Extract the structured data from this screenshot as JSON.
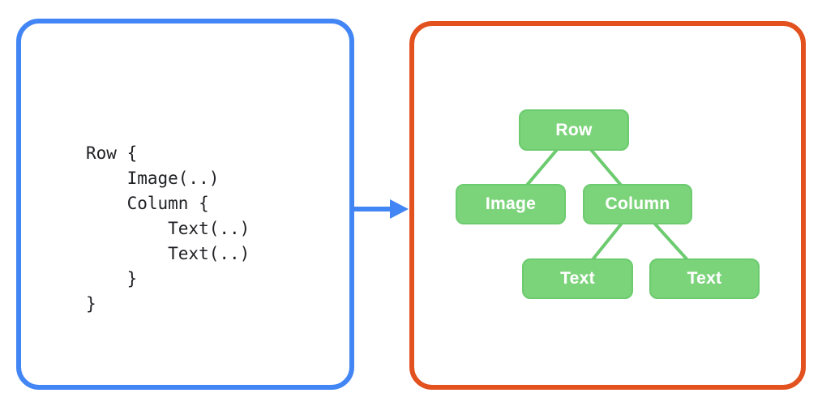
{
  "code_panel": {
    "code": "Row {\n    Image(..)\n    Column {\n        Text(..)\n        Text(..)\n    }\n}"
  },
  "tree_panel": {
    "nodes": [
      {
        "id": "row",
        "label": "Row",
        "parent": null
      },
      {
        "id": "image",
        "label": "Image",
        "parent": "row"
      },
      {
        "id": "column",
        "label": "Column",
        "parent": "row"
      },
      {
        "id": "text-1",
        "label": "Text",
        "parent": "column"
      },
      {
        "id": "text-2",
        "label": "Text",
        "parent": "column"
      }
    ],
    "edges": [
      [
        "row",
        "image"
      ],
      [
        "row",
        "column"
      ],
      [
        "column",
        "text-1"
      ],
      [
        "column",
        "text-2"
      ]
    ]
  },
  "colors": {
    "code_panel_border": "#4285F4",
    "arrow": "#4285F4",
    "tree_panel_border": "#E2511E",
    "node_fill": "#7BD37A",
    "node_edge_line": "#6CCB6F",
    "node_text": "#ffffff",
    "code_text": "#202124"
  }
}
